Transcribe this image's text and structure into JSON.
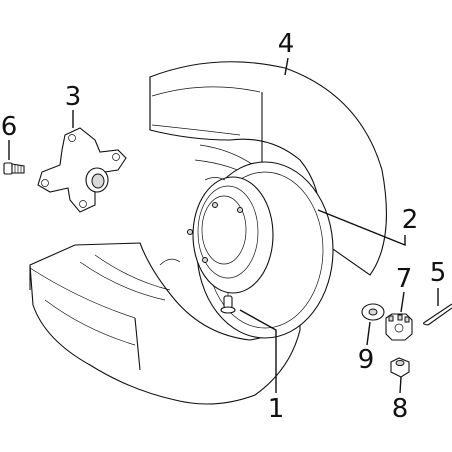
{
  "callouts": [
    {
      "id": "tire",
      "label": "4"
    },
    {
      "id": "hub",
      "label": "3"
    },
    {
      "id": "hub-bolt",
      "label": "6"
    },
    {
      "id": "rim",
      "label": "2"
    },
    {
      "id": "cotter-pin",
      "label": "5"
    },
    {
      "id": "castle-nut",
      "label": "7"
    },
    {
      "id": "washer",
      "label": "9"
    },
    {
      "id": "valve-stem",
      "label": "1"
    },
    {
      "id": "spacer",
      "label": "8"
    }
  ]
}
